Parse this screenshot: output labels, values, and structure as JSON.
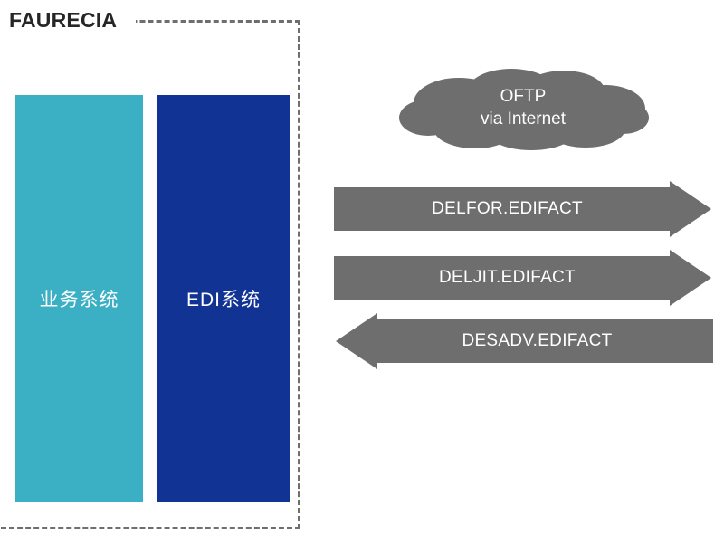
{
  "diagram": {
    "type": "edi-message-flow",
    "company": {
      "name": "FAURECIA",
      "boundary_style": "dashed"
    },
    "systems": [
      {
        "id": "business",
        "label": "业务系统",
        "color": "#3BAFC4"
      },
      {
        "id": "edi",
        "label": "EDI系统",
        "color": "#113393"
      }
    ],
    "network": {
      "icon": "cloud-icon",
      "line1": "OFTP",
      "line2": "via Internet",
      "color": "#6E6E6E"
    },
    "flows": [
      {
        "id": "delfor",
        "label": "DELFOR.EDIFACT",
        "direction": "right",
        "color": "#6E6E6E"
      },
      {
        "id": "deljit",
        "label": "DELJIT.EDIFACT",
        "direction": "right",
        "color": "#6E6E6E"
      },
      {
        "id": "desadv",
        "label": "DESADV.EDIFACT",
        "direction": "left",
        "color": "#6E6E6E"
      }
    ]
  }
}
